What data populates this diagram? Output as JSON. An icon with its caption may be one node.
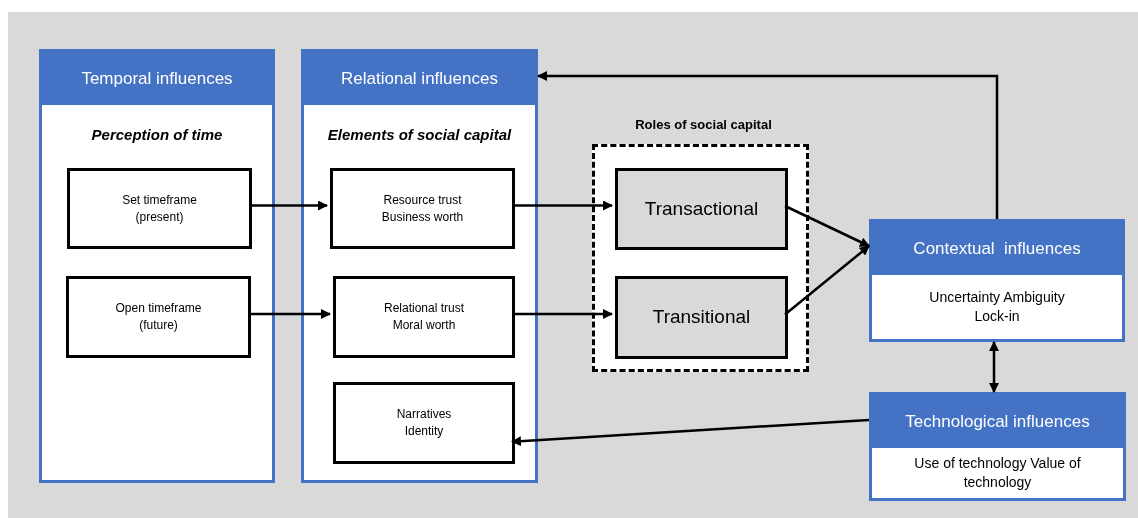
{
  "diagram": {
    "nodes": [
      {
        "text": [
          "Temporal influences",
          "Perception of time"
        ]
      },
      {
        "text": [
          "Set timeframe (present)"
        ],
        "in": 0
      },
      {
        "text": [
          "Open timeframe (future)"
        ],
        "in": 0
      },
      {
        "text": [
          "Relational influences",
          "Elements of social capital"
        ]
      },
      {
        "text": [
          "Resource trust Business worth"
        ],
        "in": 3
      },
      {
        "text": [
          "Relational trust Moral worth"
        ],
        "in": 3
      },
      {
        "text": [
          "Narratives Identity"
        ],
        "in": 3
      },
      {
        "text": [
          "Roles of social capital"
        ]
      },
      {
        "text": [
          "Transactional"
        ],
        "in": 7
      },
      {
        "text": [
          "Transitional"
        ],
        "in": 7
      },
      {
        "text": [
          "Contextual  influences",
          "Uncertainty Ambiguity Lock-in"
        ]
      },
      {
        "text": [
          "Technological influences",
          "Use of technology Value of technology"
        ]
      }
    ],
    "edges": [
      {
        "from": 1,
        "to": 4,
        "arrow": "to"
      },
      {
        "from": 2,
        "to": 5,
        "arrow": "to"
      },
      {
        "from": 4,
        "to": 8,
        "arrow": "to"
      },
      {
        "from": 5,
        "to": 9,
        "arrow": "to"
      },
      {
        "from": 8,
        "to": 10,
        "arrow": "to"
      },
      {
        "from": 9,
        "to": 10,
        "arrow": "to"
      },
      {
        "from": 10,
        "to": 3,
        "arrow": "to"
      },
      {
        "from": 10,
        "to": 11,
        "arrow": "both"
      },
      {
        "from": 11,
        "to": 6,
        "arrow": "to"
      }
    ]
  }
}
